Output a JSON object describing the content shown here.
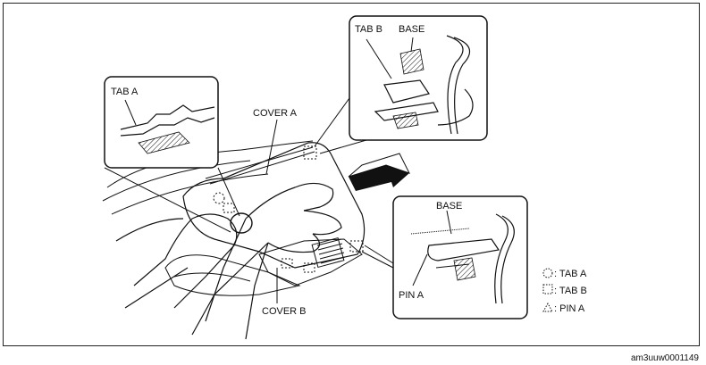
{
  "labels": {
    "tab_a": "TAB A",
    "cover_a": "COVER A",
    "cover_b": "COVER B",
    "tab_b": "TAB B",
    "base_top": "BASE",
    "base_bottom": "BASE",
    "pin_a": "PIN A"
  },
  "legend": [
    {
      "symbol": "dotted-circle",
      "text": ": TAB A"
    },
    {
      "symbol": "dotted-square",
      "text": ": TAB B"
    },
    {
      "symbol": "dotted-triangle",
      "text": ": PIN A"
    }
  ],
  "reference_code": "am3uuw0001149",
  "colors": {
    "line": "#111111",
    "background": "#ffffff"
  }
}
